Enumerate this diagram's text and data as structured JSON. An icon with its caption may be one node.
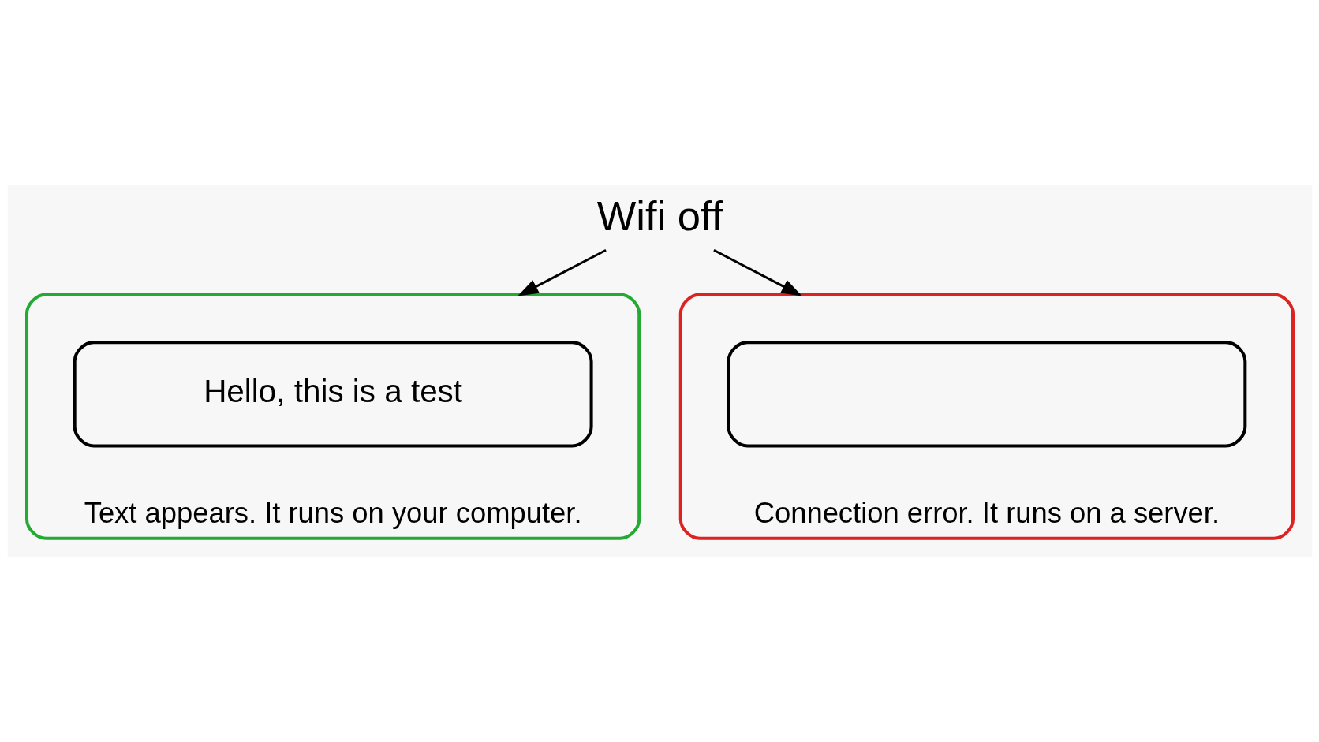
{
  "diagram": {
    "nodes": [
      {
        "text": [
          "Wifi off"
        ]
      },
      {
        "text": [
          "Text appears. It runs on your computer."
        ]
      },
      {
        "text": [
          "Hello, this is a test"
        ],
        "in": 1
      },
      {
        "text": [
          "Connection error. It runs on a server."
        ]
      },
      {
        "text": [],
        "shape": "box",
        "in": 3
      }
    ],
    "edges": [
      {
        "from": 0,
        "to": 1,
        "arrow": "to"
      },
      {
        "from": 0,
        "to": 3,
        "arrow": "to"
      }
    ]
  }
}
